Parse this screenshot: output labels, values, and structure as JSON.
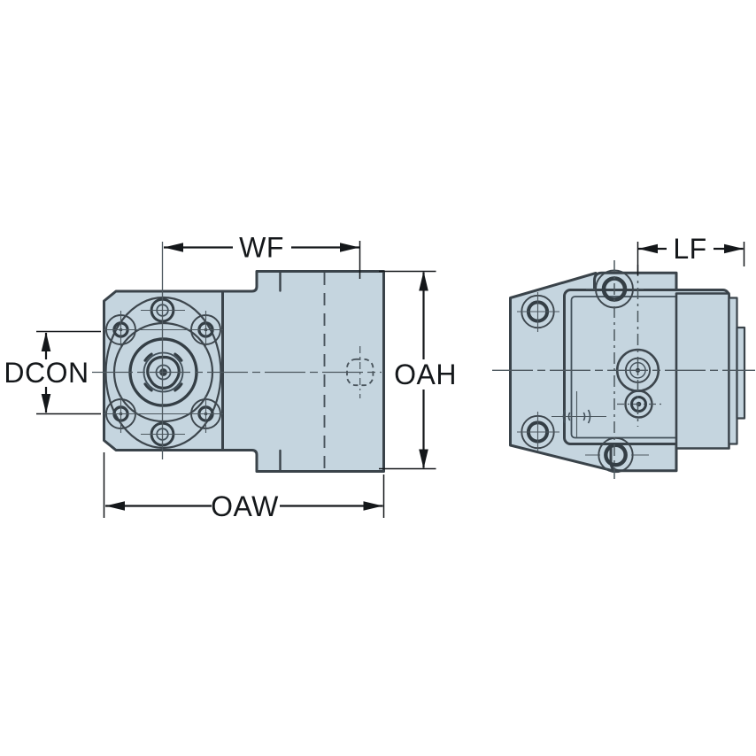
{
  "drawing": {
    "description": "Engineering drawing of a clamping unit shown in two orthographic views with dimension callouts",
    "views": {
      "front_label": "front-view",
      "side_label": "side-view"
    },
    "dimensions": {
      "wf": "WF",
      "dcon": "DCON",
      "oah": "OAH",
      "oaw": "OAW",
      "lf": "LF"
    },
    "colors": {
      "body_fill": "#c5d5df",
      "outline": "#3a434a",
      "centerline": "#4d585f",
      "dimension": "#14171a",
      "background": "#ffffff"
    }
  }
}
